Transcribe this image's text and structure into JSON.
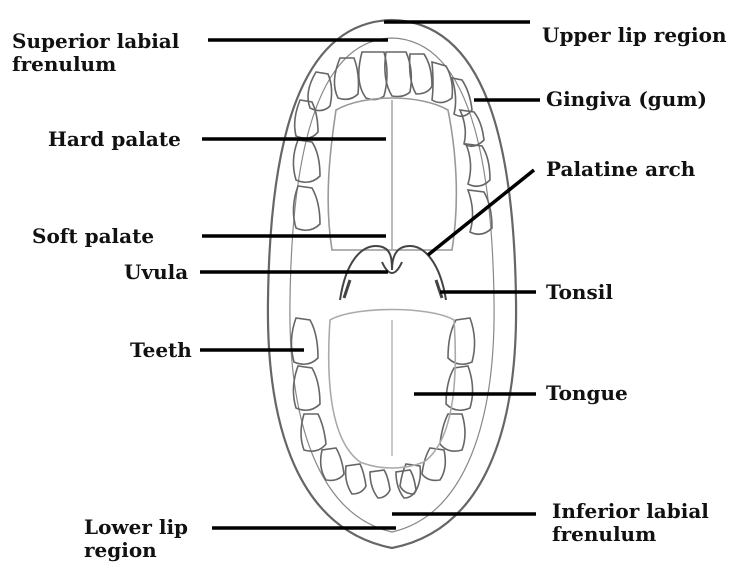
{
  "labels": {
    "superior_labial_frenulum": "Superior labial frenulum",
    "hard_palate": "Hard palate",
    "soft_palate": "Soft palate",
    "uvula": "Uvula",
    "teeth": "Teeth",
    "lower_lip_region": "Lower lip region",
    "upper_lip_region": "Upper lip region",
    "gingiva": "Gingiva (gum)",
    "palatine_arch": "Palatine arch",
    "tonsil": "Tonsil",
    "tongue": "Tongue",
    "inferior_labial_frenulum": "Inferior labial frenulum"
  }
}
